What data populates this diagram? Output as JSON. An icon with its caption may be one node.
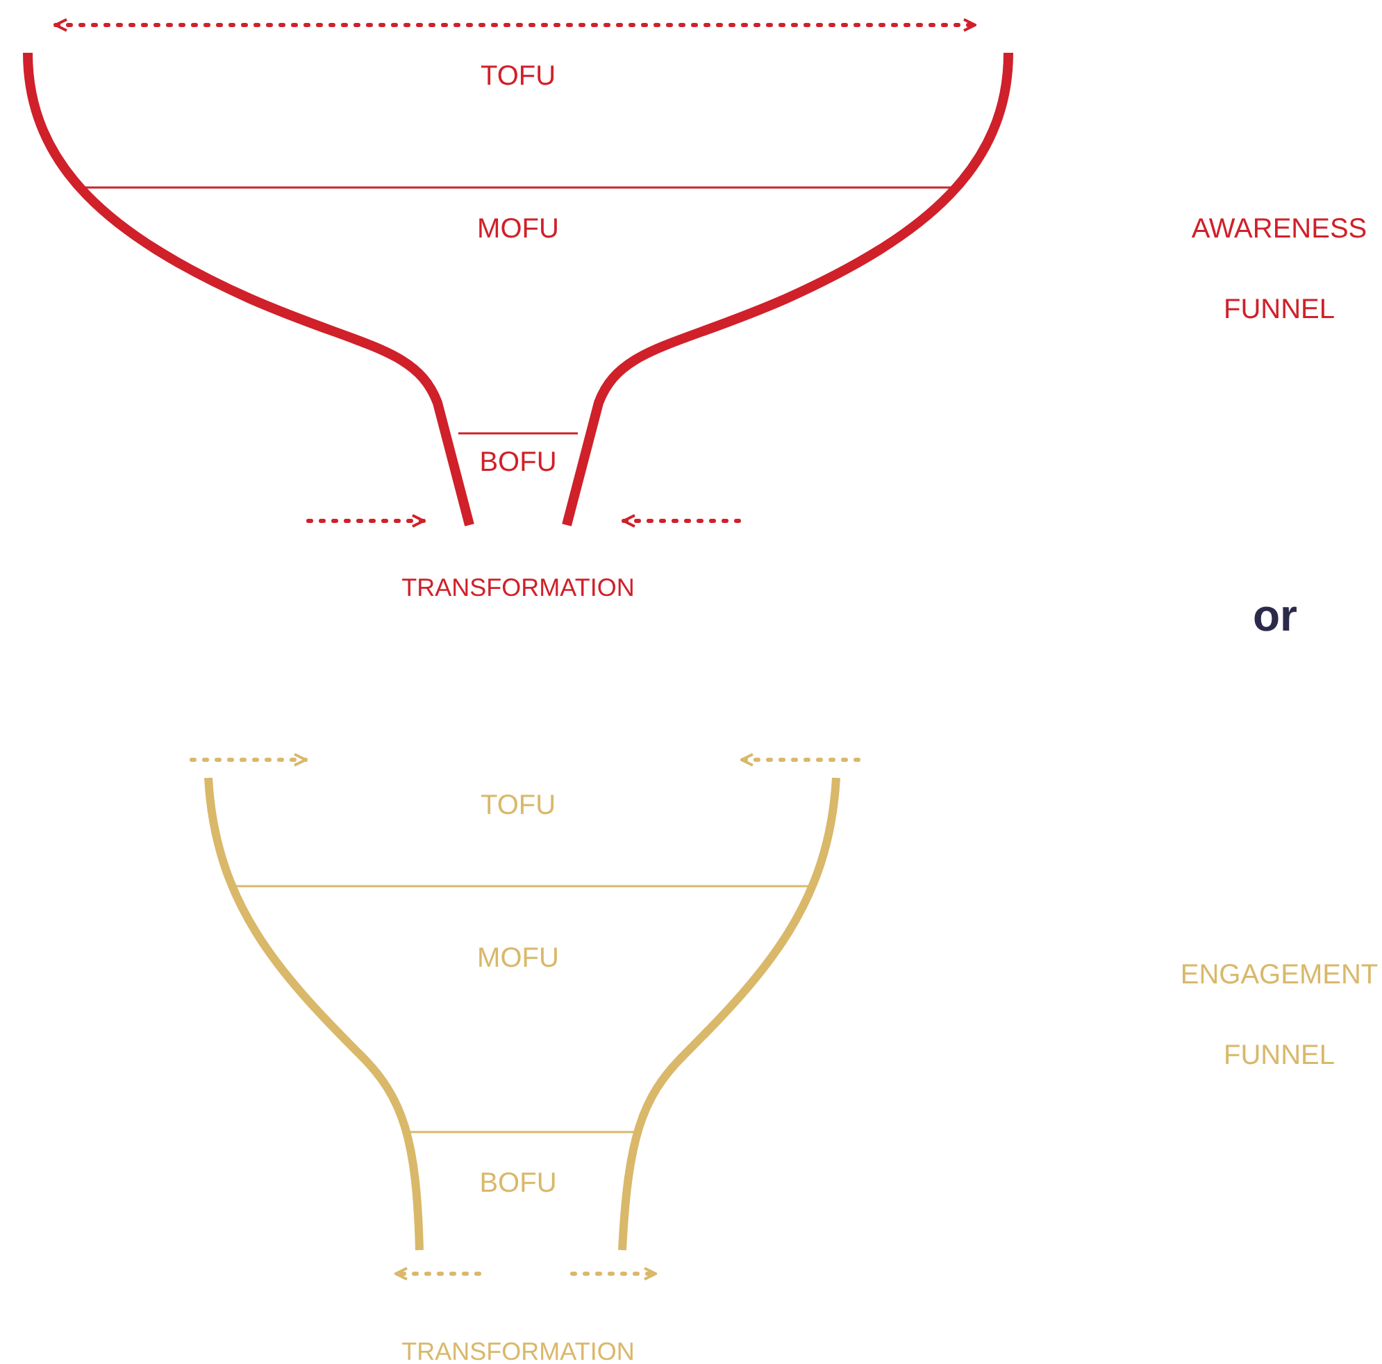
{
  "diagram": {
    "labels": [
      "TOFU",
      "MOFU",
      "AWARENESS FUNNEL",
      "BOFU",
      "TRANSFORMATION",
      "or",
      "TOFU",
      "MOFU",
      "ENGAGEMENT FUNNEL",
      "BOFU",
      "TRANSFORMATION"
    ]
  }
}
